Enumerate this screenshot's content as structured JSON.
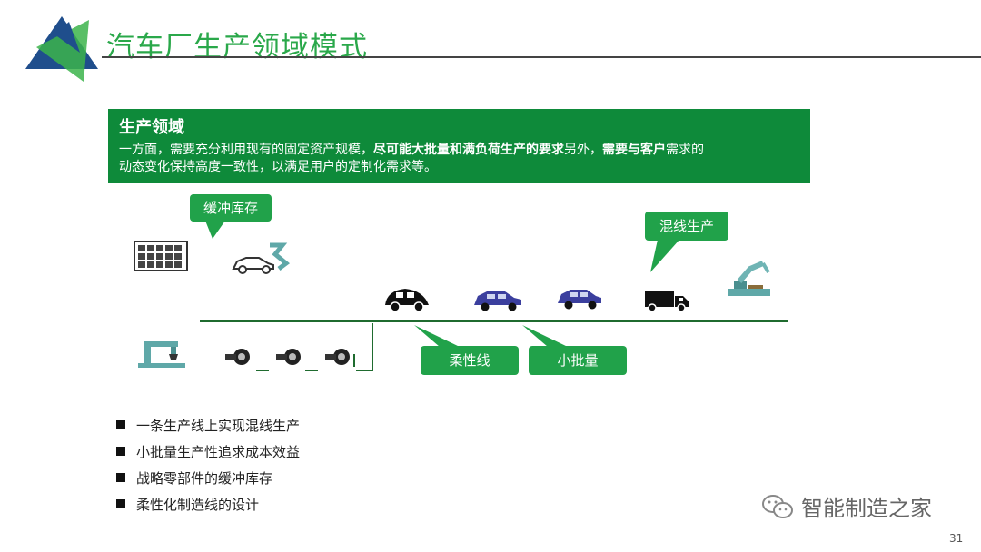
{
  "header": {
    "title": "汽车厂生产领域模式"
  },
  "infobox": {
    "heading": "生产领域",
    "line1_a": "一方面，需要充分利用现有的固定资产规模，",
    "line1_b": "尽可能大批量和满负荷生产的要求",
    "line1_c": "另外，",
    "line1_d": "需要与客户",
    "line1_e": "需求的",
    "line2": "动态变化保持高度一致性，以满足用户的定制化需求等。"
  },
  "diagram": {
    "callout_buffer": "缓冲库存",
    "callout_mixed": "混线生产",
    "callout_flexible": "柔性线",
    "callout_small_batch": "小批量"
  },
  "bullets": [
    "一条生产线上实现混线生产",
    "小批量生产性追求成本效益",
    "战略零部件的缓冲库存",
    "柔性化制造线的设计"
  ],
  "watermark": "智能制造之家",
  "page_number": "31",
  "colors": {
    "accent_green": "#21a24a",
    "box_green": "#0e8a3a",
    "logo_blue": "#1f4e8c",
    "car_blue": "#3b3f9e"
  }
}
